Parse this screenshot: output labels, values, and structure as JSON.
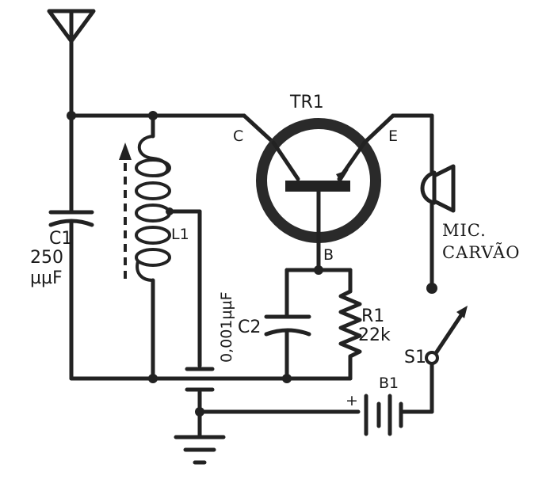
{
  "labels": {
    "transistor": "TR1",
    "collector": "C",
    "emitter": "E",
    "base": "B",
    "c1_name": "C1",
    "c1_value": "250",
    "c1_unit": "µµF",
    "coil": "L1",
    "coupling_cap": "0,001µµF",
    "c2": "C2",
    "r1_name": "R1",
    "r1_value": "22k",
    "mic_line1": "MIC.",
    "mic_line2": "CARVÃO",
    "switch": "S1",
    "battery": "B1",
    "battery_plus": "+"
  }
}
